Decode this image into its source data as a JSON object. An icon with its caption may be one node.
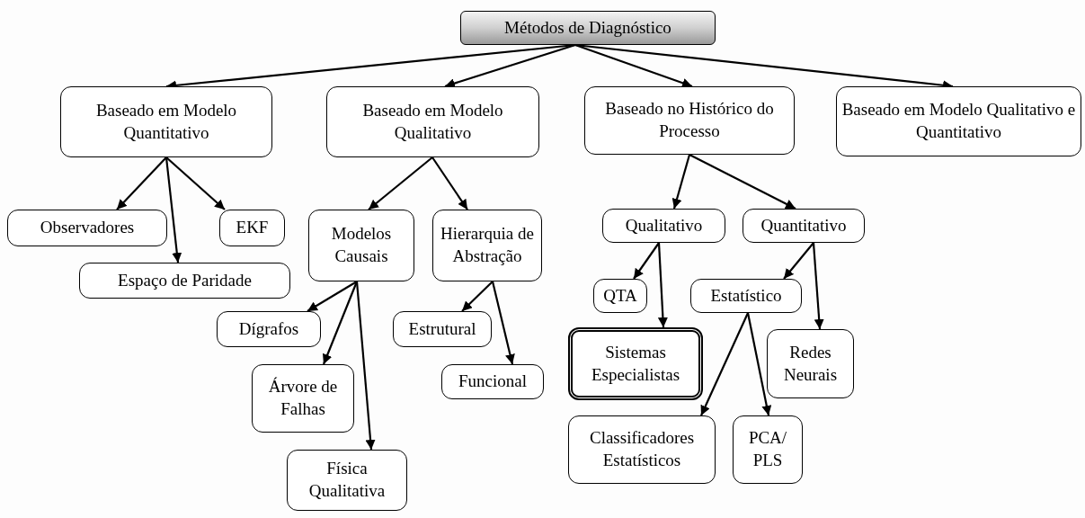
{
  "diagram": {
    "nodes": [
      {
        "text": [
          "Métodos de Diagnóstico"
        ]
      },
      {
        "text": [
          "Baseado em Modelo Quantitativo"
        ]
      },
      {
        "text": [
          "Baseado em Modelo Qualitativo"
        ]
      },
      {
        "text": [
          "Baseado no Histórico do Processo"
        ]
      },
      {
        "text": [
          "Baseado em Modelo Qualitativo e Quantitativo"
        ]
      },
      {
        "text": [
          "Observadores"
        ]
      },
      {
        "text": [
          "EKF"
        ]
      },
      {
        "text": [
          "Espaço de Paridade"
        ]
      },
      {
        "text": [
          "Modelos Causais"
        ]
      },
      {
        "text": [
          "Hierarquia de Abstração"
        ]
      },
      {
        "text": [
          "Qualitativo"
        ]
      },
      {
        "text": [
          "Quantitativo"
        ]
      },
      {
        "text": [
          "QTA"
        ]
      },
      {
        "text": [
          "Estatístico"
        ]
      },
      {
        "text": [
          "Dígrafos"
        ]
      },
      {
        "text": [
          "Estrutural"
        ]
      },
      {
        "text": [
          "Sistemas Especialistas"
        ]
      },
      {
        "text": [
          "Redes Neurais"
        ]
      },
      {
        "text": [
          "Árvore de Falhas"
        ]
      },
      {
        "text": [
          "Funcional"
        ]
      },
      {
        "text": [
          "Classificadores Estatísticos"
        ]
      },
      {
        "text": [
          "PCA/ PLS"
        ]
      },
      {
        "text": [
          "Física Qualitativa"
        ]
      }
    ],
    "edges": [
      {
        "from": 0,
        "to": 1,
        "arrow": "to"
      },
      {
        "from": 0,
        "to": 2,
        "arrow": "to"
      },
      {
        "from": 0,
        "to": 3,
        "arrow": "to"
      },
      {
        "from": 0,
        "to": 4,
        "arrow": "to"
      },
      {
        "from": 1,
        "to": 5,
        "arrow": "to"
      },
      {
        "from": 1,
        "to": 7,
        "arrow": "to"
      },
      {
        "from": 1,
        "to": 6,
        "arrow": "to"
      },
      {
        "from": 2,
        "to": 8,
        "arrow": "to"
      },
      {
        "from": 2,
        "to": 9,
        "arrow": "to"
      },
      {
        "from": 3,
        "to": 10,
        "arrow": "to"
      },
      {
        "from": 3,
        "to": 11,
        "arrow": "to"
      },
      {
        "from": 8,
        "to": 14,
        "arrow": "to"
      },
      {
        "from": 8,
        "to": 18,
        "arrow": "to"
      },
      {
        "from": 8,
        "to": 22,
        "arrow": "to"
      },
      {
        "from": 9,
        "to": 15,
        "arrow": "to"
      },
      {
        "from": 9,
        "to": 19,
        "arrow": "to"
      },
      {
        "from": 10,
        "to": 12,
        "arrow": "to"
      },
      {
        "from": 10,
        "to": 16,
        "arrow": "to"
      },
      {
        "from": 11,
        "to": 13,
        "arrow": "to"
      },
      {
        "from": 11,
        "to": 17,
        "arrow": "to"
      },
      {
        "from": 13,
        "to": 20,
        "arrow": "to"
      },
      {
        "from": 13,
        "to": 21,
        "arrow": "to"
      }
    ]
  }
}
